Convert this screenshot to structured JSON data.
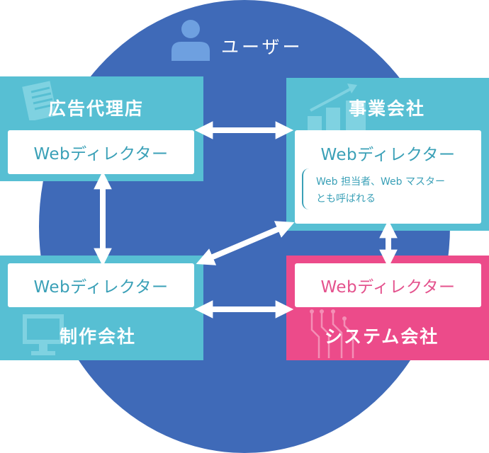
{
  "user": {
    "label": "ユーザー",
    "icon": "user-icon"
  },
  "colors": {
    "ellipse": "#3f6ab8",
    "panel": "#57bfd3",
    "pink": "#ec4b8a",
    "text_teal": "#3aa0b7"
  },
  "panels": {
    "agency": {
      "title": "広告代理店",
      "director": "Webディレクター",
      "icon": "document-icon"
    },
    "business": {
      "title": "事業会社",
      "director": "Webディレクター",
      "note_line1": "Web 担当者、Web マスター",
      "note_line2": "とも呼ばれる",
      "icon": "growth-chart-icon"
    },
    "production": {
      "title": "制作会社",
      "director": "Webディレクター",
      "icon": "monitor-icon"
    },
    "system": {
      "title": "システム会社",
      "director": "Webディレクター",
      "icon": "circuit-icon"
    }
  }
}
